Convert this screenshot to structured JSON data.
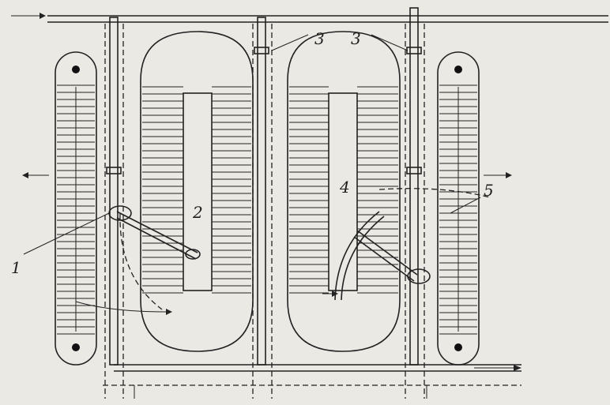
{
  "labels": {
    "l1": "1",
    "l2": "2",
    "l3a": "3",
    "l3b": "3",
    "l4": "4",
    "l5": "5"
  }
}
